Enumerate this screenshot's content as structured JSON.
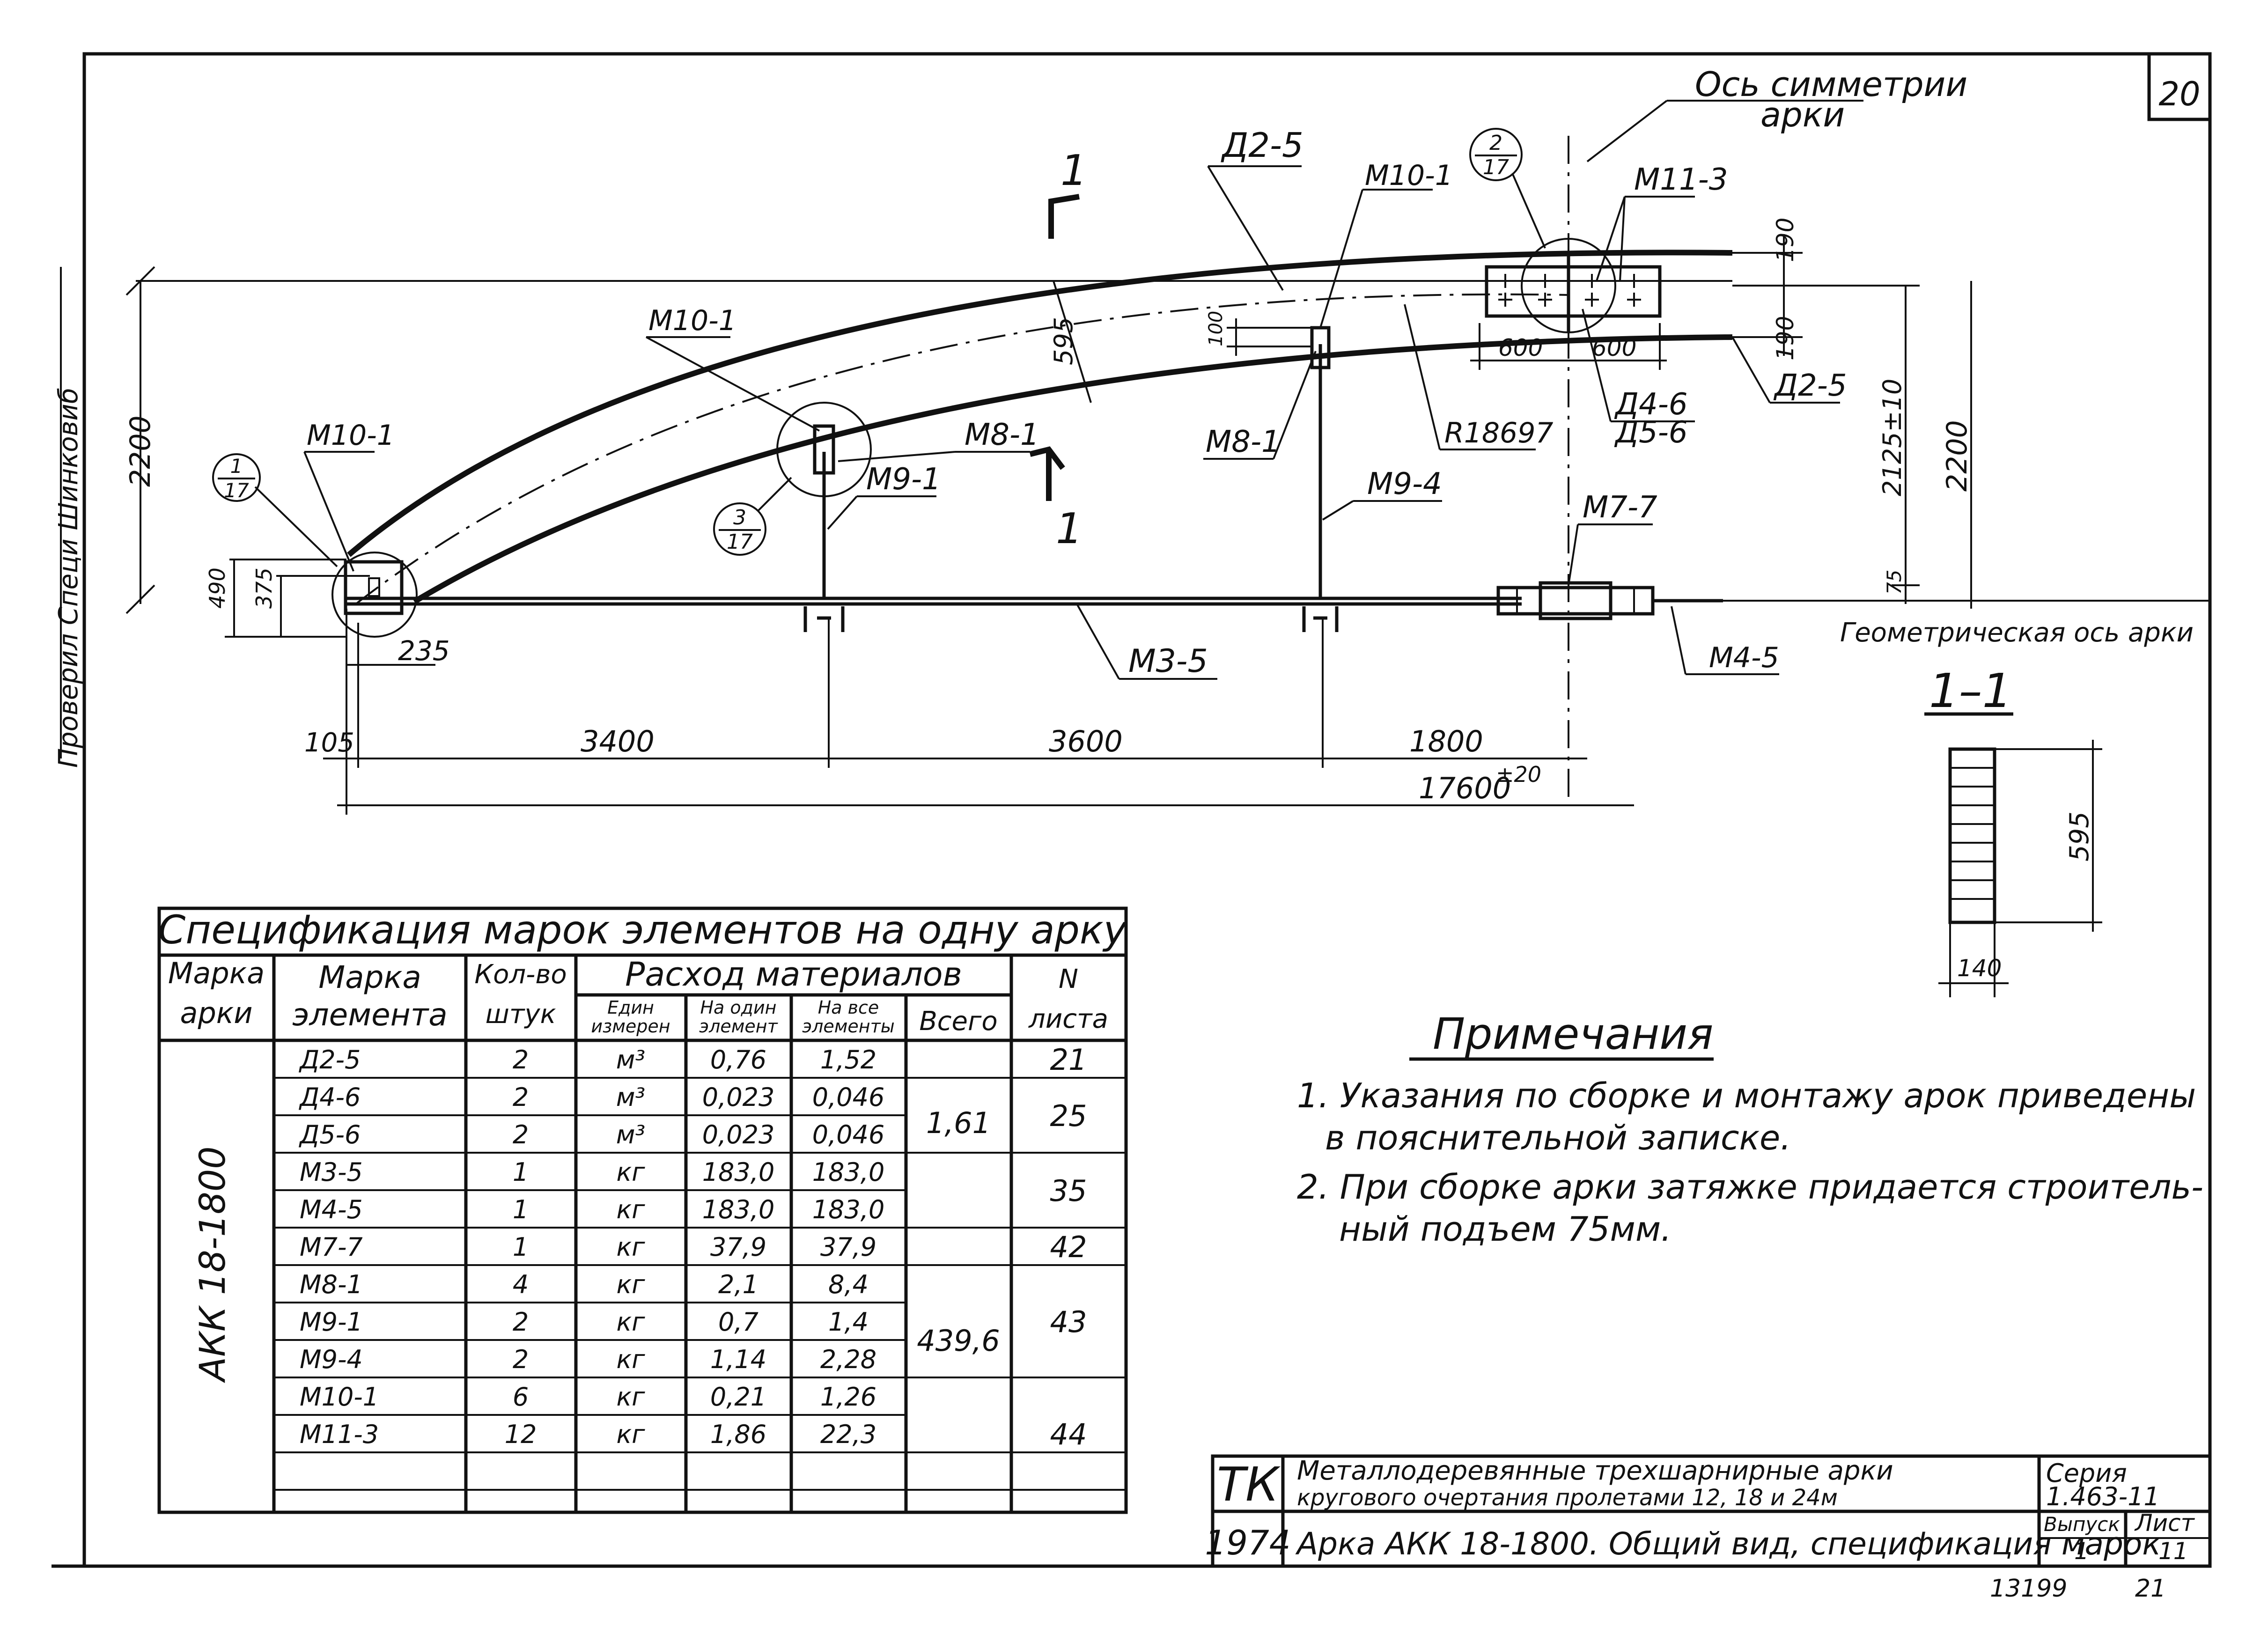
{
  "sheet_corner_number": "20",
  "side_stamp": "Проверил  Специ  Шинковиб",
  "drawing": {
    "section_mark": "1",
    "symmetry_axis_label": [
      "Ось симметрии",
      "арки"
    ],
    "geometric_axis_label": "Геометрическая ось арки",
    "marks": {
      "d2_5_top": "Д2-5",
      "d2_5_right": "Д2-5",
      "m10_1_left": "М10-1",
      "m10_1_mid": "М10-1",
      "m10_1_right": "М10-1",
      "m11_3": "М11-3",
      "m8_1_mid": "М8-1",
      "m8_1_right": "М8-1",
      "m9_1": "М9-1",
      "m9_4": "М9-4",
      "m7_7": "М7-7",
      "m3_5": "М3-5",
      "m4_5": "М4-5",
      "d4_6": "Д4-6",
      "d5_6": "Д5-6",
      "radius": "R18697"
    },
    "callouts": [
      {
        "num": "1",
        "den": "17"
      },
      {
        "num": "2",
        "den": "17"
      },
      {
        "num": "3",
        "den": "17"
      }
    ],
    "dims": {
      "h2200_left": "2200",
      "h490": "490",
      "h375": "375",
      "d235": "235",
      "d105": "105",
      "d3400": "3400",
      "d3600": "3600",
      "d1800": "1800",
      "span": "17600",
      "span_tol": "±20",
      "d595": "595",
      "d100": "100",
      "d600a": "600",
      "d600b": "600",
      "d190a": "190",
      "d190b": "190",
      "h2125": "2125±10",
      "h2200_right": "2200",
      "h75": "75"
    }
  },
  "section": {
    "title": "1–1",
    "height": "595",
    "width": "140"
  },
  "spec": {
    "title": "Спецификация марок элементов на одну арку",
    "headers": {
      "arch_mark": [
        "Марка",
        "арки"
      ],
      "element_mark": [
        "Марка",
        "элемента"
      ],
      "qty": [
        "Кол-во",
        "штук"
      ],
      "consumption": "Расход материалов",
      "unit": [
        "Един",
        "измерен"
      ],
      "per_one": [
        "На один",
        "элемент"
      ],
      "per_all": [
        "На все",
        "элементы"
      ],
      "total": "Всего",
      "sheet": [
        "N",
        "листа"
      ]
    },
    "arch_mark_value": "АКК 18-1800",
    "rows": [
      {
        "el": "Д2-5",
        "qty": "2",
        "unit": "м³",
        "one": "0,76",
        "all": "1,52"
      },
      {
        "el": "Д4-6",
        "qty": "2",
        "unit": "м³",
        "one": "0,023",
        "all": "0,046"
      },
      {
        "el": "Д5-6",
        "qty": "2",
        "unit": "м³",
        "one": "0,023",
        "all": "0,046"
      },
      {
        "el": "М3-5",
        "qty": "1",
        "unit": "кг",
        "one": "183,0",
        "all": "183,0"
      },
      {
        "el": "М4-5",
        "qty": "1",
        "unit": "кг",
        "one": "183,0",
        "all": "183,0"
      },
      {
        "el": "М7-7",
        "qty": "1",
        "unit": "кг",
        "one": "37,9",
        "all": "37,9"
      },
      {
        "el": "М8-1",
        "qty": "4",
        "unit": "кг",
        "one": "2,1",
        "all": "8,4"
      },
      {
        "el": "М9-1",
        "qty": "2",
        "unit": "кг",
        "one": "0,7",
        "all": "1,4"
      },
      {
        "el": "М9-4",
        "qty": "2",
        "unit": "кг",
        "one": "1,14",
        "all": "2,28"
      },
      {
        "el": "М10-1",
        "qty": "6",
        "unit": "кг",
        "one": "0,21",
        "all": "1,26"
      },
      {
        "el": "М11-3",
        "qty": "12",
        "unit": "кг",
        "one": "1,86",
        "all": "22,3"
      }
    ],
    "totals": {
      "wood": "1,61",
      "metal": "439,6"
    },
    "sheets": [
      "21",
      "25",
      "35",
      "42",
      "43",
      "44"
    ]
  },
  "notes": {
    "title": "Примечания",
    "lines": [
      "1. Указания по сборке и монтажу арок приведены",
      "в пояснительной записке.",
      "2. При сборке арки затяжке придается строитель-",
      "ный подъем 75мм."
    ]
  },
  "title_block": {
    "org": "ТК",
    "year": "1974",
    "description": [
      "Металлодеревянные трехшарнирные арки",
      "кругового очертания пролетами 12, 18 и 24м"
    ],
    "sheet_title": "Арка АКК 18-1800. Общий вид, спецификация марок",
    "series_label": "Серия",
    "series_value": "1.463-11",
    "issue_label": "Выпуск",
    "issue_value": "1",
    "sheet_label": "Лист",
    "sheet_value": "11",
    "inventory": "13199",
    "page": "21"
  }
}
